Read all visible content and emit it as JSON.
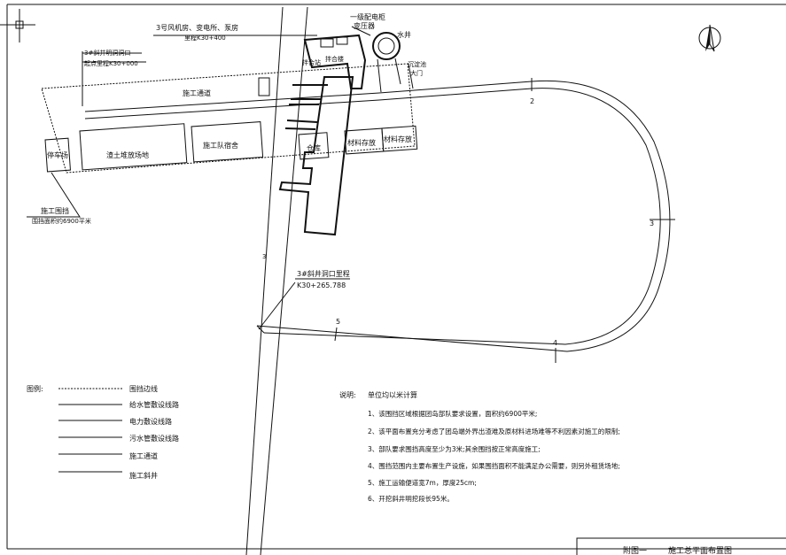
{
  "labels": {
    "fan_room": "3号风机房、变电所、泵房",
    "fan_room_station": "里程K30+400",
    "inclined_shaft_start": "3#斜井明洞洞口",
    "inclined_shaft_station": "起点里程K30+000",
    "distribution_box": "一级配电柜",
    "transformer": "变压器",
    "well": "水井",
    "mixing_station": "拌合站",
    "mix_plant": "拌合楼",
    "settling_tank": "沉淀池",
    "gate": "大门",
    "construction_road": "施工通道",
    "spoil_area": "渣土堆放场地",
    "team_dorm": "施工队宿舍",
    "parking": "停车场",
    "warehouse": "仓库",
    "material_storage_1": "材料存放",
    "material_storage_2": "材料存放",
    "fence_label": "施工围挡",
    "fence_area": "围挡面积约6900平米",
    "portal_label": "3#斜井洞口里程",
    "portal_station": "K30+265.788",
    "marker_2": "2",
    "marker_3": "3",
    "marker_4": "4",
    "marker_5": "5",
    "marker_3_left": "3"
  },
  "legend": {
    "title": "图例:",
    "items": [
      {
        "style": "dotted",
        "label": "围挡边线"
      },
      {
        "style": "solid",
        "label": "给水管敷设线路"
      },
      {
        "style": "solid",
        "label": "电力敷设线路"
      },
      {
        "style": "solid",
        "label": "污水管敷设线路"
      },
      {
        "style": "solid",
        "label": "施工通道"
      },
      {
        "style": "solid",
        "label": "施工斜井"
      }
    ]
  },
  "notes": {
    "title": "说明:",
    "unit": "单位均以米计算",
    "items": [
      "1、该围挡区域根据团岛部队要求设置，面积约6900平米;",
      "2、该平面布置充分考虑了团岛端外界出渣难及原材料进场难等不利因素对施工的限制;",
      "3、部队要求围挡高度至少为3米;其余围挡按正常高度施工;",
      "4、围挡范围内主要布置生产设施，如果围挡面积不能满足办公需要，则另外租赁场地;",
      "5、施工运输便道宽7m，厚度25cm;",
      "6、开挖斜井明挖段长95米。"
    ]
  },
  "title_block": {
    "figure_no": "附图一",
    "title": "施工总平面布置图"
  },
  "north_arrow_icon": "north-arrow-icon",
  "crosshair_icon": "cursor-crosshair-icon"
}
